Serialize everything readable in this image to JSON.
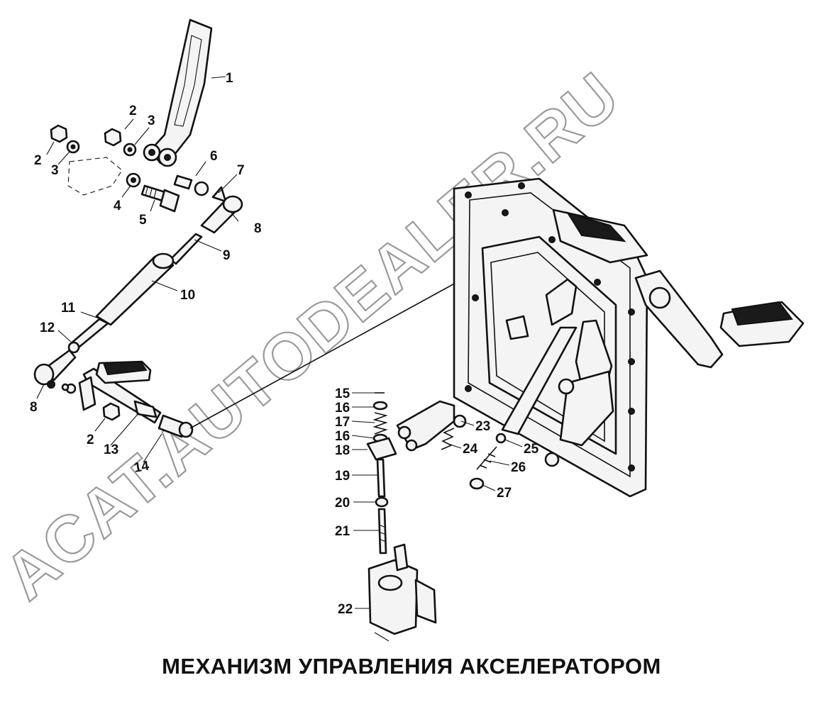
{
  "caption": "МЕХАНИЗМ УПРАВЛЕНИЯ АКСЕЛЕРАТОРОМ",
  "watermark": "ACAT.AUTODEALER.RU",
  "part_labels": [
    "1",
    "2",
    "3",
    "2",
    "3",
    "4",
    "5",
    "6",
    "7",
    "8",
    "9",
    "10",
    "11",
    "12",
    "8",
    "2",
    "13",
    "14",
    "15",
    "16",
    "17",
    "16",
    "18",
    "19",
    "20",
    "21",
    "22",
    "23",
    "24",
    "25",
    "26",
    "27"
  ],
  "colors": {
    "ink": "#111111",
    "watermark": "#9a9a9a",
    "background": "#ffffff"
  }
}
